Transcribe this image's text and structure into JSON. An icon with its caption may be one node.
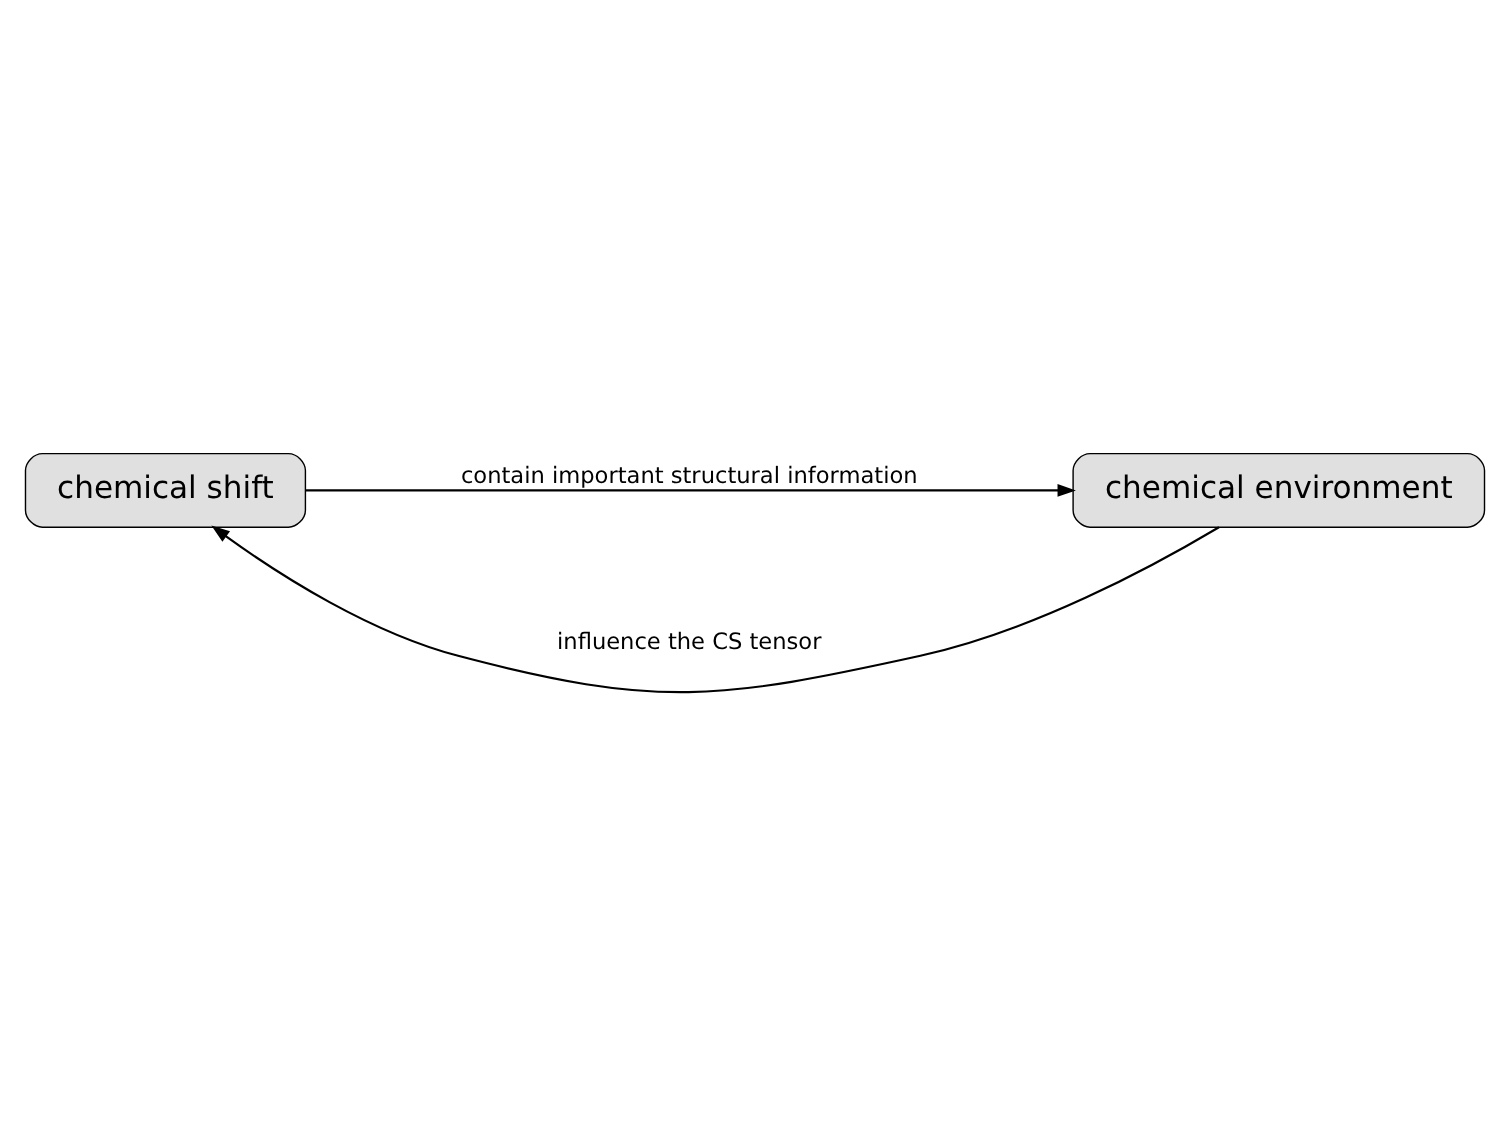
{
  "diagram": {
    "nodes": [
      {
        "text": [
          "chemical shift"
        ]
      },
      {
        "text": [
          "chemical environment"
        ]
      }
    ],
    "edges": [
      {
        "from": 1,
        "to": 0,
        "arrow": "to",
        "label": "influence the CS tensor"
      },
      {
        "from": 0,
        "to": 1,
        "arrow": "to",
        "label": "contain important structural information"
      }
    ]
  }
}
